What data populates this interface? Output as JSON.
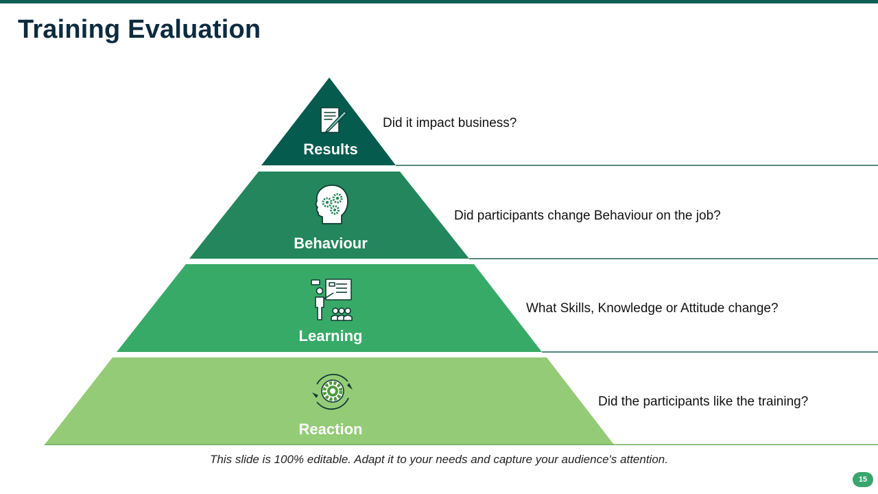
{
  "title": "Training Evaluation",
  "tiers": [
    {
      "label": "Results",
      "question": "Did it impact business?",
      "icon": "document-pen-icon",
      "color": "#055b4e"
    },
    {
      "label": "Behaviour",
      "question": "Did participants change Behaviour on the job?",
      "icon": "head-gears-icon",
      "color": "#24865c"
    },
    {
      "label": "Learning",
      "question": "What Skills, Knowledge or Attitude change?",
      "icon": "presenter-audience-icon",
      "color": "#38aa68"
    },
    {
      "label": "Reaction",
      "question": "Did the participants like the training?",
      "icon": "gear-cycle-icon",
      "color": "#94cb77"
    }
  ],
  "footer_note": "This slide is 100% editable. Adapt it to your needs and capture your audience's attention.",
  "page_number": "15",
  "colors": {
    "title": "#0d2b3e",
    "line": "#1f5f55",
    "accent": "#3aa66e"
  }
}
